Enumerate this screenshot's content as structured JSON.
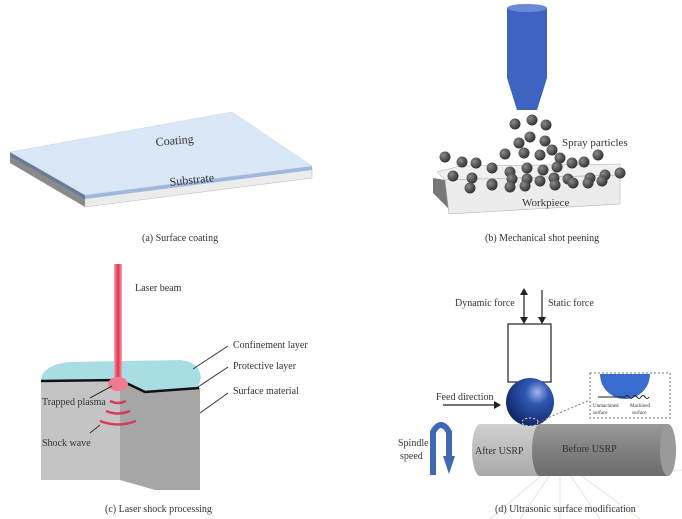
{
  "panels": {
    "a": {
      "caption": "(a) Surface coating",
      "labels": {
        "coating": "Coating",
        "substrate": "Substrate"
      }
    },
    "b": {
      "caption": "(b) Mechanical shot peening",
      "labels": {
        "spray": "Spray particles",
        "workpiece": "Workpiece"
      }
    },
    "c": {
      "caption": "(c) Laser shock processing",
      "labels": {
        "laser": "Laser beam",
        "confinement": "Confinement layer",
        "protective": "Protective layer",
        "surface": "Surface material",
        "plasma": "Trapped plasma",
        "shock": "Shock wave"
      }
    },
    "d": {
      "caption": "(d) Ultrasonic surface modification",
      "labels": {
        "dynamic": "Dynamic force",
        "static": "Static force",
        "feed": "Feed direction",
        "spindle1": "Spindle",
        "spindle2": "speed",
        "after": "After USRP",
        "before": "Before USRP",
        "unmachined1": "Unmachined",
        "unmachined2": "surface",
        "machined1": "Machined",
        "machined2": "surface"
      }
    }
  },
  "colors": {
    "coating": "#d6e6f7",
    "nozzle": "#3f63c0",
    "particle": "#4a4a4a",
    "laser": "#e0405a",
    "confinement": "#a9dde6",
    "ball": "#2a4fa8",
    "spindle_arrow": "#3f68b5"
  }
}
